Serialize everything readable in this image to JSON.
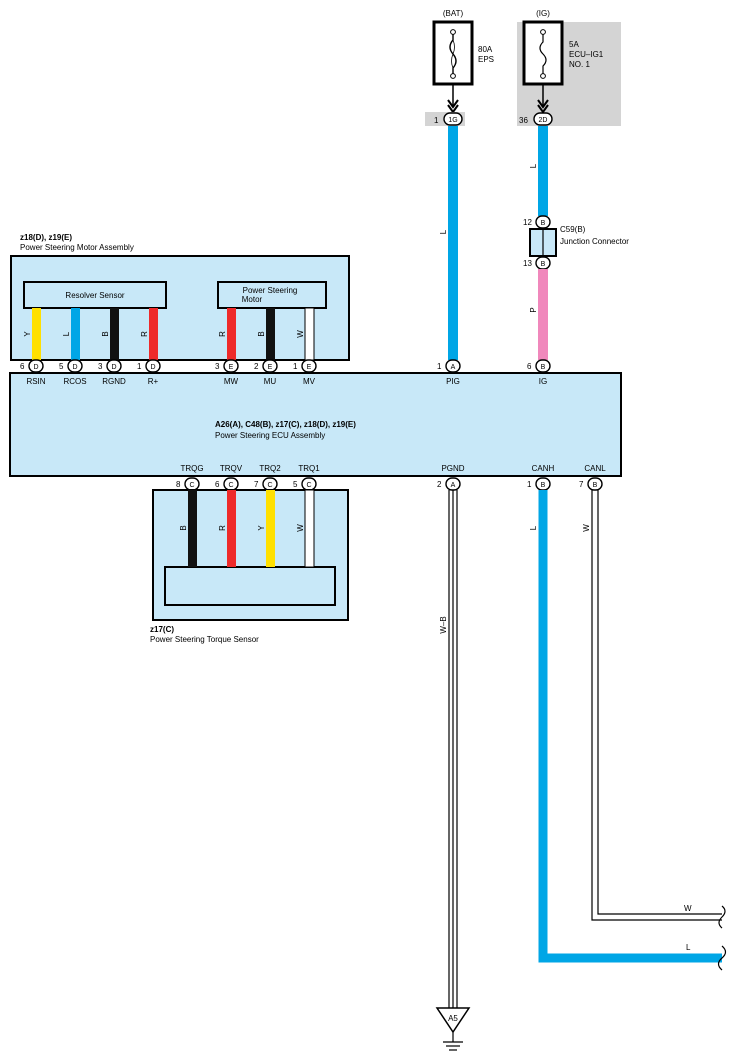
{
  "colors": {
    "blue": "#00A6E6",
    "pink": "#F088BC",
    "yellow": "#FFE000",
    "red": "#EE2A2A",
    "black": "#111111",
    "box_fill": "#C8E8F8",
    "ig_bg": "#D4D4D4",
    "bat_bg": "#D4D4D4"
  },
  "fuses": {
    "bat": {
      "header": "(BAT)",
      "line1": "80A",
      "line2": "EPS",
      "pin_num": "1",
      "pin_code": "1G"
    },
    "ig": {
      "header": "(IG)",
      "line1": "5A",
      "line2": "ECU–IG1",
      "line3": "NO. 1",
      "pin_num": "36",
      "pin_code": "2D"
    }
  },
  "wires": {
    "bat_wire": "L",
    "ig_upper": "L",
    "ig_lower": "P",
    "pgnd": "W–B",
    "canh": "L",
    "canl": "W",
    "canl_right": "W",
    "canh_right": "L"
  },
  "junction": {
    "title": "C59(B)",
    "subtitle": "Junction Connector",
    "pin_top_num": "12",
    "pin_top_code": "B",
    "pin_bot_num": "13",
    "pin_bot_code": "B"
  },
  "motor_assembly": {
    "ref": "z18(D), z19(E)",
    "name": "Power Steering Motor Assembly",
    "resolver_label": "Resolver Sensor",
    "motor_label_1": "Power Steering",
    "motor_label_2": "Motor"
  },
  "motor_wires": [
    {
      "letter": "Y",
      "color": "yellow",
      "pin": "6",
      "code": "D",
      "signal": "RSIN"
    },
    {
      "letter": "L",
      "color": "blue",
      "pin": "5",
      "code": "D",
      "signal": "RCOS"
    },
    {
      "letter": "B",
      "color": "black",
      "pin": "3",
      "code": "D",
      "signal": "RGND"
    },
    {
      "letter": "R",
      "color": "red",
      "pin": "1",
      "code": "D",
      "signal": "R+"
    },
    {
      "letter": "R",
      "color": "red",
      "pin": "3",
      "code": "E",
      "signal": "MW"
    },
    {
      "letter": "B",
      "color": "black",
      "pin": "2",
      "code": "E",
      "signal": "MU"
    },
    {
      "letter": "W",
      "color": "white",
      "pin": "1",
      "code": "E",
      "signal": "MV"
    }
  ],
  "ecu": {
    "ref": "A26(A), C48(B), z17(C), z18(D), z19(E)",
    "name": "Power Steering ECU Assembly",
    "pig": {
      "signal": "PIG",
      "pin": "1",
      "code": "A"
    },
    "ig": {
      "signal": "IG",
      "pin": "6",
      "code": "B"
    },
    "pgnd": {
      "signal": "PGND",
      "pin": "2",
      "code": "A"
    },
    "canh": {
      "signal": "CANH",
      "pin": "1",
      "code": "B"
    },
    "canl": {
      "signal": "CANL",
      "pin": "7",
      "code": "B"
    }
  },
  "torque_wires": [
    {
      "letter": "B",
      "color": "black",
      "pin": "8",
      "code": "C",
      "signal": "TRQG"
    },
    {
      "letter": "R",
      "color": "red",
      "pin": "6",
      "code": "C",
      "signal": "TRQV"
    },
    {
      "letter": "Y",
      "color": "yellow",
      "pin": "7",
      "code": "C",
      "signal": "TRQ2"
    },
    {
      "letter": "W",
      "color": "white",
      "pin": "5",
      "code": "C",
      "signal": "TRQ1"
    }
  ],
  "torque_sensor": {
    "ref": "z17(C)",
    "name": "Power Steering Torque Sensor"
  },
  "ground": {
    "label": "A5"
  }
}
